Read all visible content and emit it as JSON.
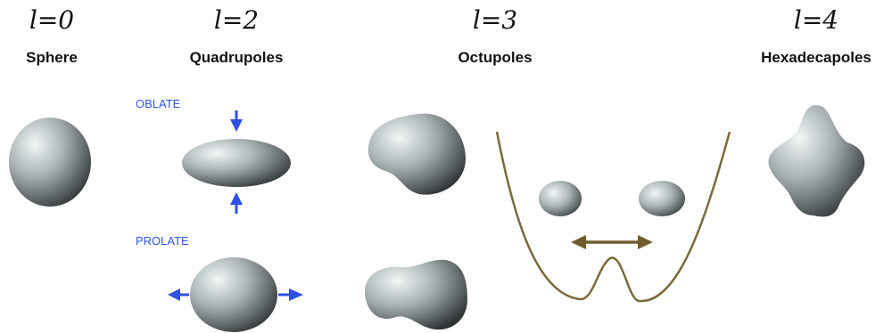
{
  "columns": [
    {
      "l": "l=0",
      "name": "Sphere"
    },
    {
      "l": "l=2",
      "name": "Quadrupoles"
    },
    {
      "l": "l=3",
      "name": "Octupoles"
    },
    {
      "l": "l=4",
      "name": "Hexadecapoles"
    }
  ],
  "quadrupole": {
    "oblate": "OBLATE",
    "prolate": "PROLATE"
  },
  "colors": {
    "arrow_blue": "#2f50e0",
    "potential_curve": "#7a6a3a",
    "shape_dark": "#2e3334",
    "shape_light": "#eef3f3"
  }
}
